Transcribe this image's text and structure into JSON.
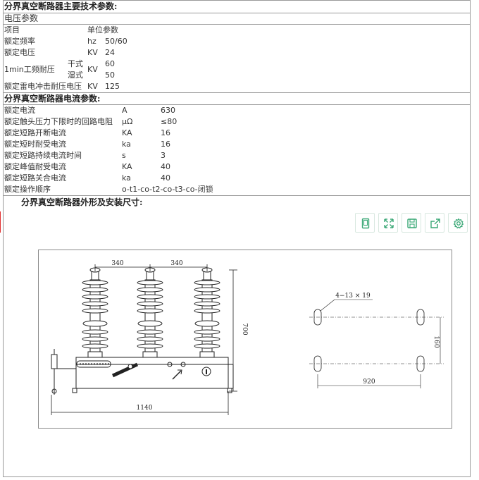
{
  "section1": {
    "title": "分界真空断路器主要技术参数:",
    "subtitle": "电压参数",
    "header": {
      "item": "项目",
      "value": "单位参数"
    },
    "rows": [
      {
        "label": "额定频率",
        "unit": "hz",
        "value": "50/60"
      },
      {
        "label": "额定电压",
        "unit": "KV",
        "value": "24"
      }
    ],
    "withstand": {
      "label": "1min工频耐压",
      "dry_label": "干式",
      "wet_label": "湿式",
      "unit": "KV",
      "dry_value": "60",
      "wet_value": "50"
    },
    "impulse": {
      "label": "额定雷电冲击耐压电压",
      "unit": "KV",
      "value": "125"
    }
  },
  "section2": {
    "title": "分界真空断路器电流参数:",
    "rows": [
      {
        "label": "额定电流",
        "unit": "A",
        "value": "630"
      },
      {
        "label": "额定触头压力下限时的回路电阻",
        "unit": "μΩ",
        "value": "≤80"
      },
      {
        "label": "额定短路开断电流",
        "unit": "KA",
        "value": "16"
      },
      {
        "label": "额定短时耐受电流",
        "unit": "ka",
        "value": "16"
      },
      {
        "label": "额定短路持续电流时间",
        "unit": "s",
        "value": "3"
      },
      {
        "label": "额定峰值耐受电流",
        "unit": "KA",
        "value": "40"
      },
      {
        "label": "额定短路关合电流",
        "unit": "ka",
        "value": "40"
      },
      {
        "label": "额定操作顺序",
        "unit": "",
        "value": "o-t1-co-t2-co-t3-co-闭锁"
      }
    ]
  },
  "section3": {
    "title": "分界真空断路器外形及安装尺寸:"
  },
  "toolbar": [
    "copy-icon",
    "expand-icon",
    "save-icon",
    "share-icon",
    "settings-icon"
  ],
  "drawing": {
    "dim_spacing_left": "340",
    "dim_spacing_right": "340",
    "dim_height": "700",
    "dim_width": "1140",
    "hole_spec": "4−13 × 19",
    "dim_hole_height": "160",
    "dim_hole_width": "920"
  },
  "colors": {
    "border": "#9a9a9a",
    "icon": "#3aa876"
  }
}
